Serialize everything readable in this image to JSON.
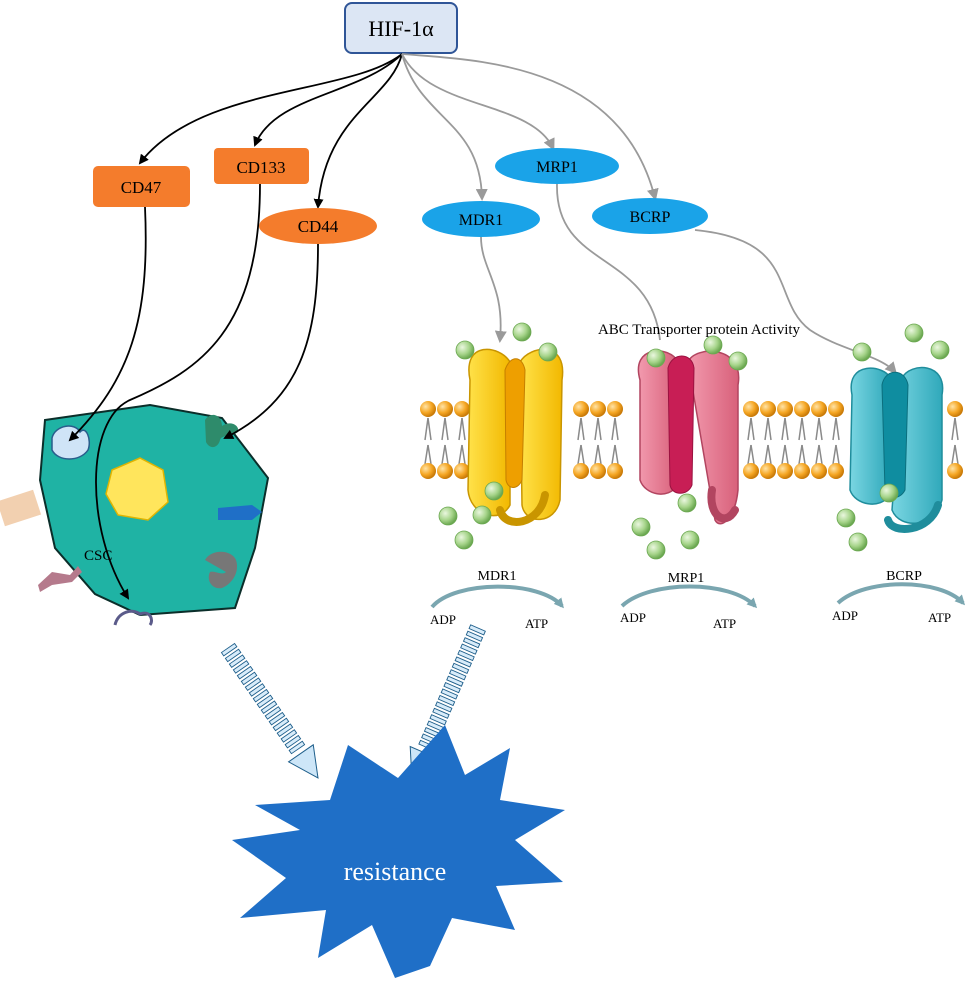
{
  "diagram": {
    "root": {
      "label": "HIF-1α",
      "fill": "#dce6f4",
      "stroke": "#2f5597"
    },
    "csc_markers": [
      {
        "id": "cd47",
        "label": "CD47"
      },
      {
        "id": "cd133",
        "label": "CD133"
      },
      {
        "id": "cd44",
        "label": "CD44"
      }
    ],
    "transporters": [
      {
        "id": "mdr1",
        "label": "MDR1"
      },
      {
        "id": "mrp1",
        "label": "MRP1"
      },
      {
        "id": "bcrp",
        "label": "BCRP"
      }
    ],
    "membrane_title": "ABC Transporter protein Activity",
    "cell_label": "CSC",
    "cycles": [
      {
        "id": "mdr1",
        "label": "MDR1",
        "left": "ADP",
        "right": "ATP"
      },
      {
        "id": "mrp1",
        "label": "MRP1",
        "left": "ADP",
        "right": "ATP"
      },
      {
        "id": "bcrp",
        "label": "BCRP",
        "left": "ADP",
        "right": "ATP"
      }
    ],
    "outcome": "resistance",
    "colors": {
      "marker_orange": "#f47c2c",
      "transporter_blue": "#1aa3e8",
      "cell_teal": "#1fb3a4",
      "nucleus_yellow": "#ffe55c",
      "outcome_blue": "#1f6fc7",
      "pump_yellow": "#ffd21f",
      "pump_pink": "#e8738c",
      "pump_cyan": "#4ec3d4",
      "lipid_orange": "#f5a623",
      "substrate_green": "#a6d48a"
    }
  }
}
